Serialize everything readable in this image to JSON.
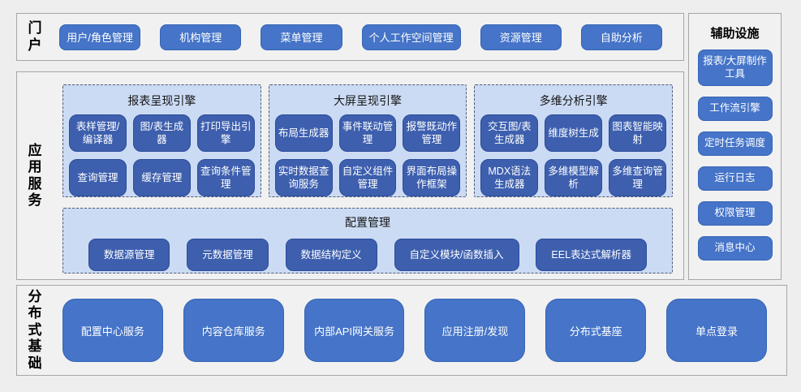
{
  "portal": {
    "label": "门户",
    "items": [
      "用户/角色管理",
      "机构管理",
      "菜单管理",
      "个人工作空间管理",
      "资源管理",
      "自助分析"
    ]
  },
  "app": {
    "label": "应用服务",
    "engines": [
      {
        "title": "报表呈现引擎",
        "items": [
          "表样管理/编译器",
          "图/表生成器",
          "打印导出引擎",
          "查询管理",
          "缓存管理",
          "查询条件管理"
        ]
      },
      {
        "title": "大屏呈现引擎",
        "items": [
          "布局生成器",
          "事件联动管理",
          "报警既动作管理",
          "实时数据查询服务",
          "自定义组件管理",
          "界面布局操作框架"
        ]
      },
      {
        "title": "多维分析引擎",
        "items": [
          "交互图/表生成器",
          "维度树生成",
          "图表智能映射",
          "MDX语法生成器",
          "多维模型解析",
          "多维查询管理"
        ]
      }
    ],
    "config": {
      "title": "配置管理",
      "items": [
        "数据源管理",
        "元数据管理",
        "数据结构定义",
        "自定义模块/函数插入",
        "EEL表达式解析器"
      ]
    }
  },
  "distributed": {
    "label": "分布式基础",
    "items": [
      "配置中心服务",
      "内容仓库服务",
      "内部API网关服务",
      "应用注册/发现",
      "分布式基座",
      "单点登录"
    ]
  },
  "auxiliary": {
    "title": "辅助设施",
    "items": [
      "报表/大屏制作工具",
      "工作流引擎",
      "定时任务调度",
      "运行日志",
      "权限管理",
      "消息中心"
    ]
  },
  "colors": {
    "node_blue": "#4574c8",
    "node_dark_blue": "#3d5fae",
    "group_bg": "#cbdbf4",
    "panel_bg": "#f2f1f1",
    "panel_border": "#a6a6a6"
  }
}
